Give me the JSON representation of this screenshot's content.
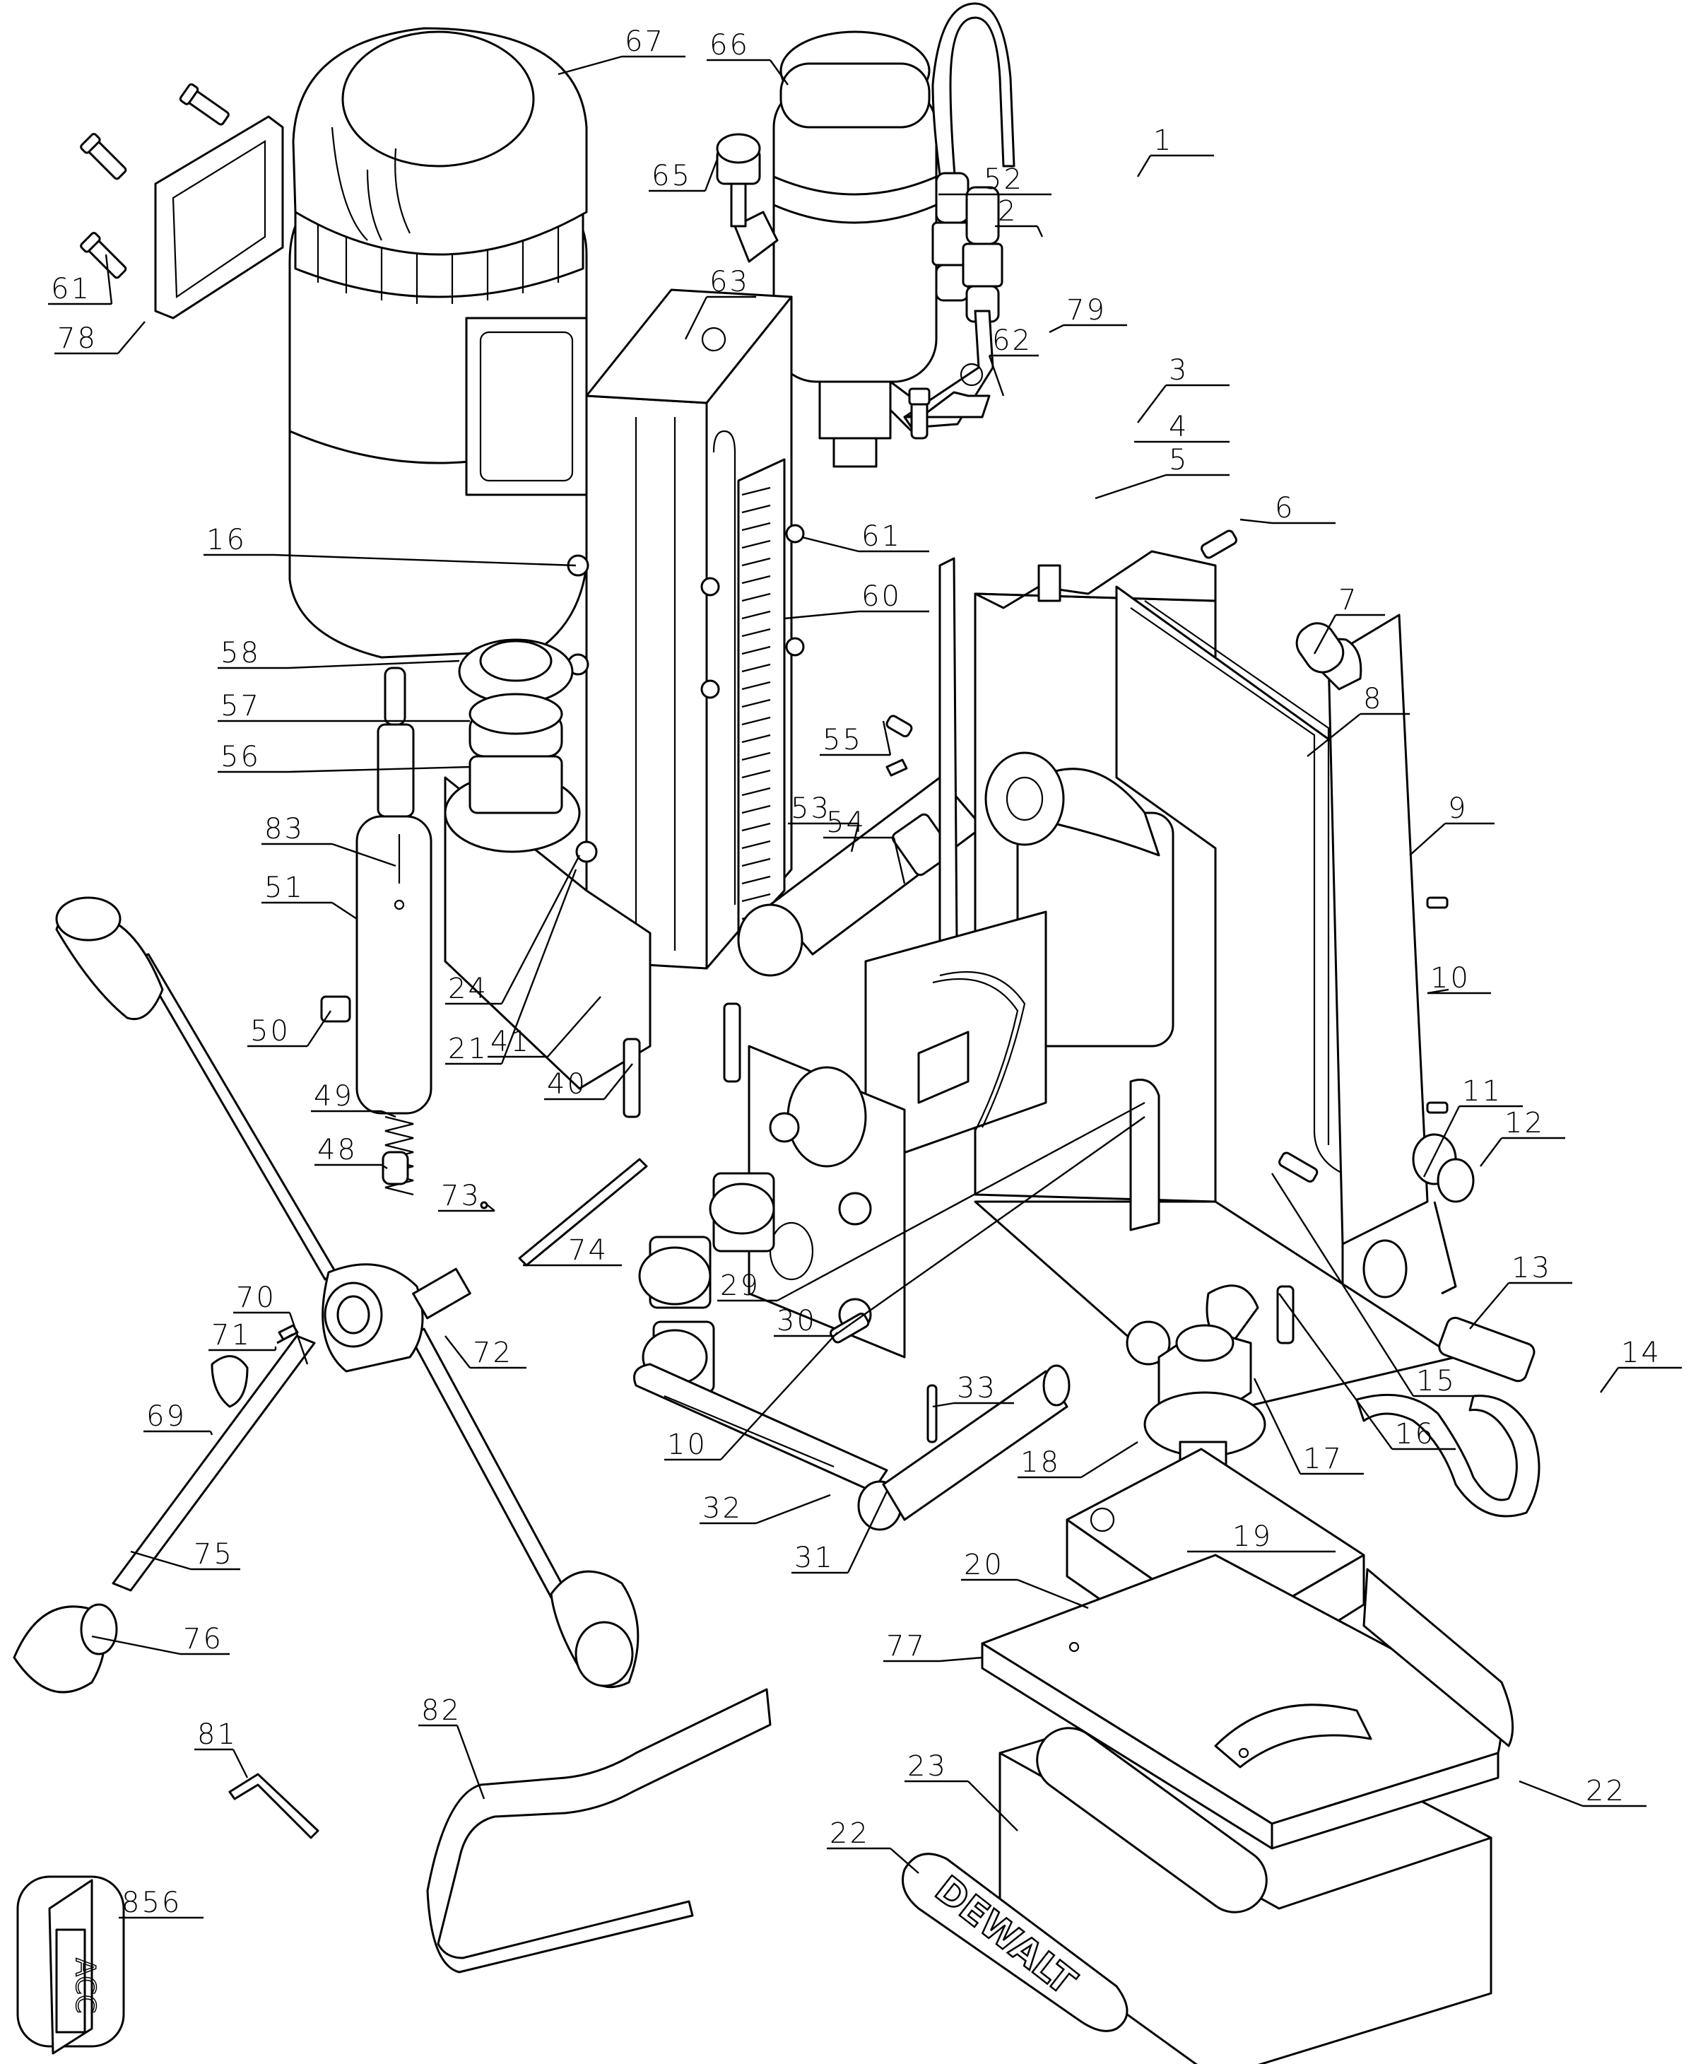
{
  "diagram": {
    "title": "Magnetic Drill Press Exploded Parts View",
    "brand_logo_text": "DEWALT",
    "kit_label_text": "ACC",
    "callouts": [
      {
        "id": "1",
        "label": "1",
        "part": "coolant-hose-loop"
      },
      {
        "id": "2",
        "label": "2",
        "part": "hose-fitting"
      },
      {
        "id": "3",
        "label": "3",
        "part": "fitting-bracket"
      },
      {
        "id": "4",
        "label": "4",
        "part": "cable-guide"
      },
      {
        "id": "5",
        "label": "5",
        "part": "cable-guide-channel"
      },
      {
        "id": "6",
        "label": "6",
        "part": "dowel-pin"
      },
      {
        "id": "7",
        "label": "7",
        "part": "bushing"
      },
      {
        "id": "8",
        "label": "8",
        "part": "frame-gasket"
      },
      {
        "id": "9",
        "label": "9",
        "part": "side-cover"
      },
      {
        "id": "10",
        "label": "10",
        "part": "screw"
      },
      {
        "id": "11",
        "label": "11",
        "part": "hose-clamp"
      },
      {
        "id": "12",
        "label": "12",
        "part": "retaining-ring"
      },
      {
        "id": "13",
        "label": "13",
        "part": "quick-coupler"
      },
      {
        "id": "14",
        "label": "14",
        "part": "coolant-hose"
      },
      {
        "id": "15",
        "label": "15",
        "part": "set-screw"
      },
      {
        "id": "16",
        "label": "16",
        "part": "cap-screw"
      },
      {
        "id": "17",
        "label": "17",
        "part": "lock-nut"
      },
      {
        "id": "18",
        "label": "18",
        "part": "washer"
      },
      {
        "id": "19",
        "label": "19",
        "part": "clamp-bolt"
      },
      {
        "id": "20",
        "label": "20",
        "part": "clamp-block"
      },
      {
        "id": "21",
        "label": "21",
        "part": "set-screw"
      },
      {
        "id": "22",
        "label": "22",
        "part": "nameplate"
      },
      {
        "id": "23",
        "label": "23",
        "part": "magnet-base"
      },
      {
        "id": "24",
        "label": "24",
        "part": "screw"
      },
      {
        "id": "29",
        "label": "29",
        "part": "switch"
      },
      {
        "id": "30",
        "label": "30",
        "part": "switch-bracket"
      },
      {
        "id": "31",
        "label": "31",
        "part": "pivot-pin"
      },
      {
        "id": "32",
        "label": "32",
        "part": "link-arm"
      },
      {
        "id": "33",
        "label": "33",
        "part": "roll-pin"
      },
      {
        "id": "40",
        "label": "40",
        "part": "cap-screw"
      },
      {
        "id": "41",
        "label": "41",
        "part": "slide-bracket"
      },
      {
        "id": "48",
        "label": "48",
        "part": "plunger"
      },
      {
        "id": "49",
        "label": "49",
        "part": "spring"
      },
      {
        "id": "50",
        "label": "50",
        "part": "plug"
      },
      {
        "id": "51",
        "label": "51",
        "part": "arbor-tube"
      },
      {
        "id": "52",
        "label": "52",
        "part": "coolant-bottle-bracket"
      },
      {
        "id": "53",
        "label": "53",
        "part": "pinion-shaft"
      },
      {
        "id": "54",
        "label": "54",
        "part": "key"
      },
      {
        "id": "55",
        "label": "55",
        "part": "pin"
      },
      {
        "id": "56",
        "label": "56",
        "part": "bearing"
      },
      {
        "id": "57",
        "label": "57",
        "part": "retaining-ring"
      },
      {
        "id": "58",
        "label": "58",
        "part": "collar"
      },
      {
        "id": "60",
        "label": "60",
        "part": "gear-rack"
      },
      {
        "id": "61",
        "label": "61",
        "part": "screw"
      },
      {
        "id": "61b",
        "label": "61",
        "part": "screw"
      },
      {
        "id": "62",
        "label": "62",
        "part": "screw"
      },
      {
        "id": "63",
        "label": "63",
        "part": "slide"
      },
      {
        "id": "65",
        "label": "65",
        "part": "valve-knob"
      },
      {
        "id": "66",
        "label": "66",
        "part": "coolant-bottle"
      },
      {
        "id": "67",
        "label": "67",
        "part": "motor"
      },
      {
        "id": "69",
        "label": "69",
        "part": "hub-cap"
      },
      {
        "id": "70",
        "label": "70",
        "part": "hub"
      },
      {
        "id": "71",
        "label": "71",
        "part": "spring"
      },
      {
        "id": "72",
        "label": "72",
        "part": "hub-shaft"
      },
      {
        "id": "73",
        "label": "73",
        "part": "ball"
      },
      {
        "id": "74",
        "label": "74",
        "part": "rod"
      },
      {
        "id": "75",
        "label": "75",
        "part": "handle-bar"
      },
      {
        "id": "76",
        "label": "76",
        "part": "handle-knob"
      },
      {
        "id": "77",
        "label": "77",
        "part": "base-plate"
      },
      {
        "id": "78",
        "label": "78",
        "part": "gasket"
      },
      {
        "id": "79",
        "label": "79",
        "part": "hose-fitting"
      },
      {
        "id": "81",
        "label": "81",
        "part": "hex-key"
      },
      {
        "id": "82",
        "label": "82",
        "part": "safety-strap"
      },
      {
        "id": "83",
        "label": "83",
        "part": "roll-pin"
      },
      {
        "id": "22b",
        "label": "22",
        "part": "nameplate"
      },
      {
        "id": "10b",
        "label": "10",
        "part": "screw"
      },
      {
        "id": "16b",
        "label": "16",
        "part": "cap-screw"
      },
      {
        "id": "856",
        "label": "856",
        "part": "accessory-kit"
      }
    ]
  }
}
